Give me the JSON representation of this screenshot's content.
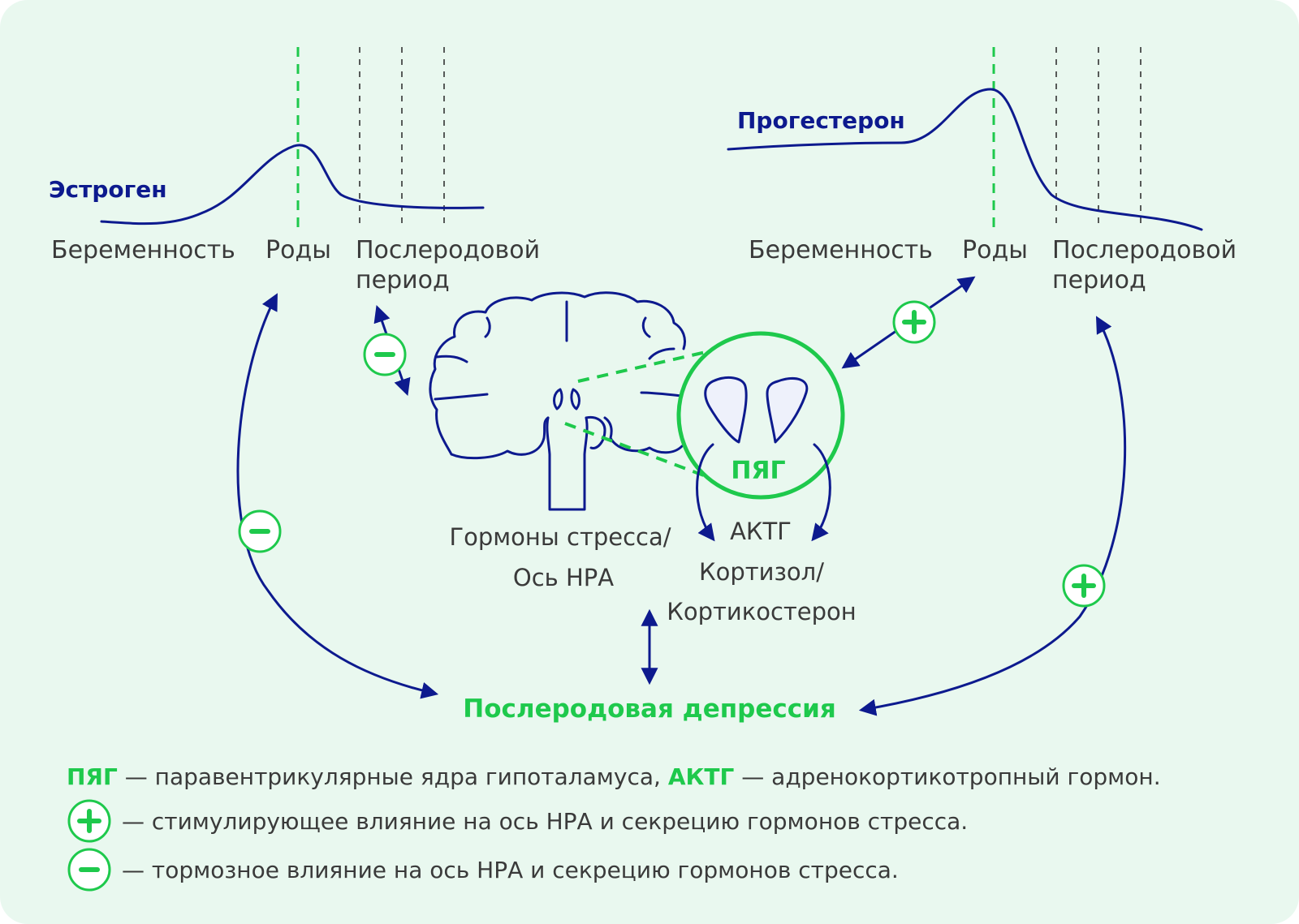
{
  "colors": {
    "background": "#e9f8ef",
    "navy": "#0d1a8e",
    "green": "#1ec94c",
    "text": "#3a3a3a",
    "nucleus_fill": "#eef1fb"
  },
  "left_panel": {
    "hormone": "Эстроген",
    "phase_pregnancy": "Беременность",
    "phase_birth": "Роды",
    "phase_postpartum_1": "Послеродовой",
    "phase_postpartum_2": "период"
  },
  "right_panel": {
    "hormone": "Прогестерон",
    "phase_pregnancy": "Беременность",
    "phase_birth": "Роды",
    "phase_postpartum_1": "Послеродовой",
    "phase_postpartum_2": "период"
  },
  "center": {
    "stress_line_1": "Гормоны стресса/",
    "stress_line_2": "Ось НРА",
    "pvn_label": "ПЯГ",
    "acth_label": "АКТГ",
    "cortisol_line_1": "Кортизол/",
    "cortisol_line_2": "Кортикостерон"
  },
  "bottom": {
    "ppd_label": "Послеродовая депрессия"
  },
  "badges": {
    "plus": "+",
    "minus": "–"
  },
  "legend": {
    "line1_term1": "ПЯГ",
    "line1_def1": " — паравентрикулярные ядра гипоталамуса, ",
    "line1_term2": "АКТГ",
    "line1_def2": " — адренокортикотропный гормон.",
    "plus_text": "— стимулирующее влияние на ось НРА и секрецию гормонов стресса.",
    "minus_text": "— тормозное влияние на ось НРА и секрецию гормонов стресса."
  }
}
